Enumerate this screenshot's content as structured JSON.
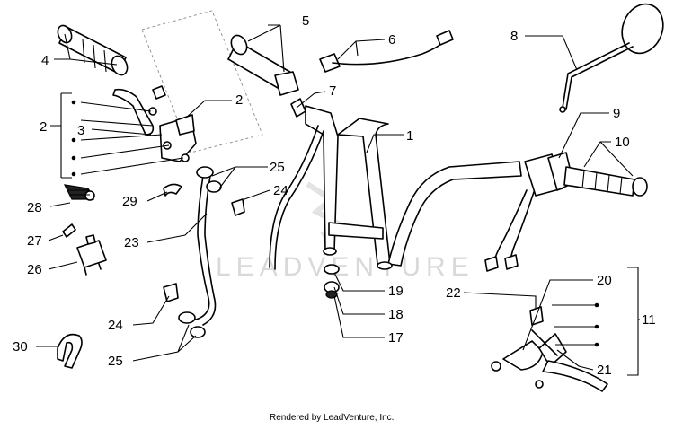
{
  "watermark": "LEADVENTURE",
  "footer": "Rendered by LeadVenture, Inc.",
  "callouts": [
    "1",
    "2",
    "2",
    "3",
    "4",
    "5",
    "6",
    "7",
    "8",
    "9",
    "10",
    "11",
    "17",
    "18",
    "19",
    "20",
    "21",
    "22",
    "23",
    "24",
    "24",
    "25",
    "25",
    "26",
    "27",
    "28",
    "29",
    "30"
  ]
}
